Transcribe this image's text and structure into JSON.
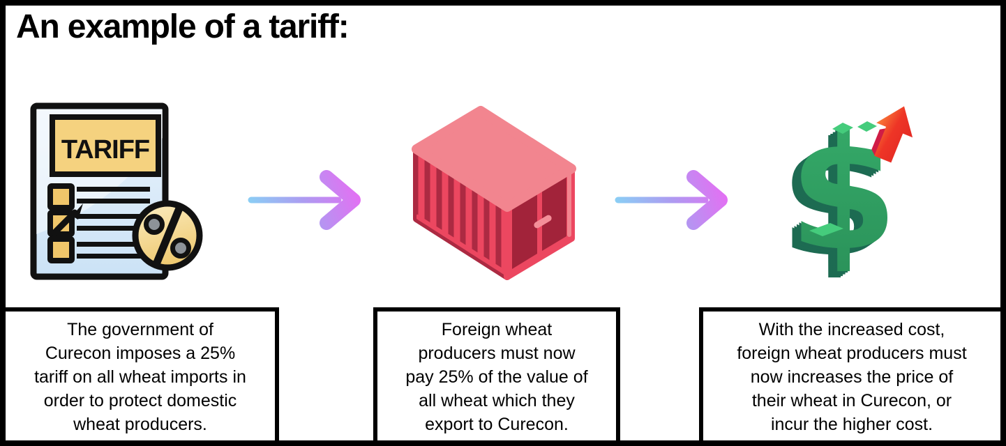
{
  "title": "An example of a tariff:",
  "steps": [
    {
      "id": "impose-tariff",
      "icon": "tariff-document-icon",
      "caption_lines": [
        "The government of",
        "Curecon imposes a 25%",
        "tariff on all wheat imports in",
        "order to protect domestic",
        "wheat producers."
      ]
    },
    {
      "id": "pay-tariff",
      "icon": "shipping-container-icon",
      "caption_lines": [
        "Foreign wheat",
        "producers must now",
        "pay 25% of the value of",
        "all wheat which they",
        "export to Curecon."
      ]
    },
    {
      "id": "price-increase",
      "icon": "dollar-increase-icon",
      "caption_lines": [
        "With the increased cost,",
        "foreign wheat producers must",
        "now increases the price of",
        "their wheat in Curecon, or",
        "incur the higher cost."
      ]
    }
  ],
  "tariff_document": {
    "banner_label": "TARIFF"
  },
  "colors": {
    "page_border": "#000000",
    "arrow_gradient_start": "#88D2F5",
    "arrow_gradient_mid": "#AC9CF1",
    "arrow_gradient_end": "#E46FF3",
    "document_paper_light": "#EBF4FC",
    "document_paper_dark": "#CBE2F6",
    "document_banner_yellow": "#F5D27F",
    "checkbox_yellow": "#F0C66A",
    "percent_badge_light": "#FBEDC2",
    "percent_badge_dark": "#EFCA72",
    "percent_dot_gray": "#8D9298",
    "container_top_pink": "#F2858F",
    "container_bright_red": "#EC4760",
    "container_dark_red": "#A2233A",
    "container_side_dark": "#AC2A42",
    "container_handle_pink": "#F48F99",
    "dollar_green": "#2FA062",
    "dollar_shadow_teal": "#1D6B52",
    "dollar_bevel_light_green": "#45CC7C",
    "up_arrow_orange": "#FA8B3C",
    "up_arrow_red": "#EE3526",
    "up_arrow_crimson": "#D01C45",
    "outline_black": "#111111"
  }
}
